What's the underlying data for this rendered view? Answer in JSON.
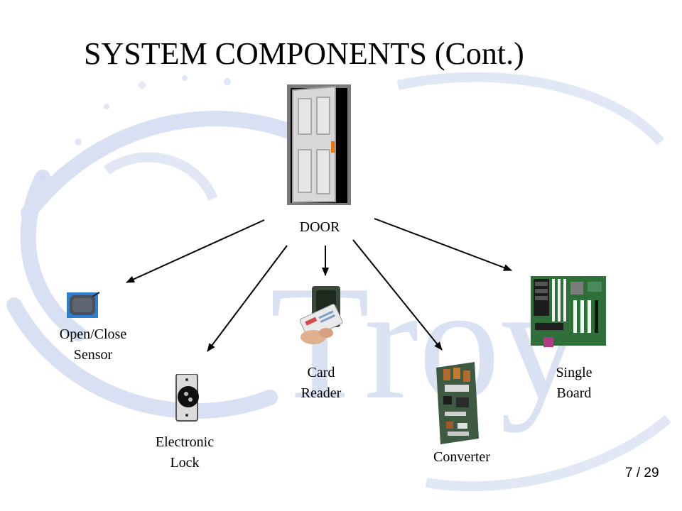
{
  "slide": {
    "title": "SYSTEM COMPONENTS (Cont.)",
    "page_number": "7 / 29",
    "watermark_text": "Troy"
  },
  "diagram": {
    "source": {
      "label": "DOOR",
      "icon": "door-icon"
    },
    "components": [
      {
        "id": "open-close-sensor",
        "label": "Open/Close\nSensor",
        "icon": "sensor-icon"
      },
      {
        "id": "electronic-lock",
        "label": "Electronic\nLock",
        "icon": "lock-icon"
      },
      {
        "id": "card-reader",
        "label": "Card\nReader",
        "icon": "card-reader-icon"
      },
      {
        "id": "converter",
        "label": "Converter",
        "icon": "circuit-board-icon"
      },
      {
        "id": "single-board",
        "label": "Single\nBoard",
        "icon": "motherboard-icon"
      }
    ],
    "arrows": [
      {
        "from": "DOOR",
        "to": "Open/Close\nSensor"
      },
      {
        "from": "DOOR",
        "to": "Electronic\nLock"
      },
      {
        "from": "DOOR",
        "to": "Card\nReader"
      },
      {
        "from": "DOOR",
        "to": "Converter"
      },
      {
        "from": "DOOR",
        "to": "Single\nBoard"
      }
    ]
  },
  "colors": {
    "watermark": "#c9d2ee",
    "arrow": "#000000"
  }
}
